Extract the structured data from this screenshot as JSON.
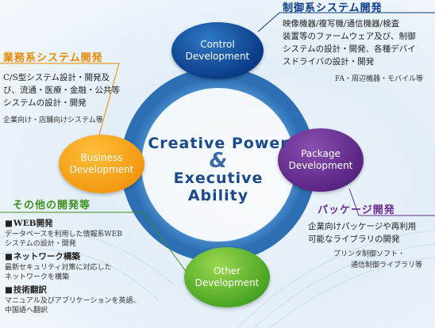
{
  "colors": {
    "control": "#0b3c88",
    "business": "#f39a10",
    "package": "#5a2584",
    "other": "#4ba524",
    "ring": "#4a8fcf",
    "control_heading": "#0b3c88",
    "business_heading": "#e58a00",
    "other_heading": "#3d8f1e",
    "package_heading": "#6a2b91"
  },
  "nodes": {
    "control": "Control\nDevelopment",
    "business": "Business\nDevelopment",
    "package": "Package\nDevelopment",
    "other": "Other\nDevelopment"
  },
  "center": {
    "line1": "Creative Power",
    "ampersand": "&",
    "line2": "Executive Ability"
  },
  "control_section": {
    "heading": "制御系システム開発",
    "lines": [
      "映像機器/複写機/通信機器/検査",
      "装置等のファームウェア及び、制御",
      "システムの設計・開発、各種デバイ",
      "スドライバの設計・開発"
    ],
    "note": "FA・周辺機器・モバイル等"
  },
  "business_section": {
    "heading": "業務系システム開発",
    "lines": [
      "C/S型システム設計・開発及",
      "び、流通・医療・金融・公共等",
      "システムの設計・開発"
    ],
    "note": "企業向け・店舗向けシステム等"
  },
  "package_section": {
    "heading": "パッケージ開発",
    "lines": [
      "企業向けパッケージや再利用",
      "可能なライブラリの開発"
    ],
    "notes": [
      "プリンタ制御ソフト・",
      "通信制御ライブラリ等"
    ]
  },
  "other_section": {
    "heading": "その他の開発等",
    "items": [
      {
        "title": "WEB開発",
        "lines": [
          "データベースを利用した情報系WEB",
          "システムの設計・開発"
        ]
      },
      {
        "title": "ネットワーク構築",
        "lines": [
          "最新セキュリティ対策に対応した",
          "ネットワークを構築"
        ]
      },
      {
        "title": "技術翻訳",
        "lines": [
          "マニュアル及びアプリケーションを英語、",
          "中国語へ翻訳"
        ]
      }
    ]
  }
}
